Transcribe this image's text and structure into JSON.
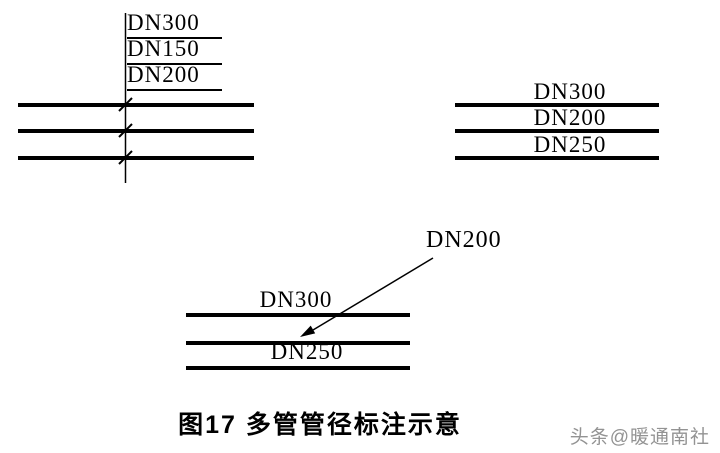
{
  "title": "图17 多管管径标注示意",
  "watermark": "头条@暖通南社",
  "top_left_group": {
    "labels": [
      "DN300",
      "DN150",
      "DN200"
    ]
  },
  "top_right_group": {
    "labels": [
      "DN300",
      "DN200",
      "DN250"
    ]
  },
  "bottom_group": {
    "labels": [
      "DN300",
      "DN250"
    ],
    "leader_label": "DN200"
  },
  "colors": {
    "line": "#000000",
    "watermark": "#939393"
  }
}
